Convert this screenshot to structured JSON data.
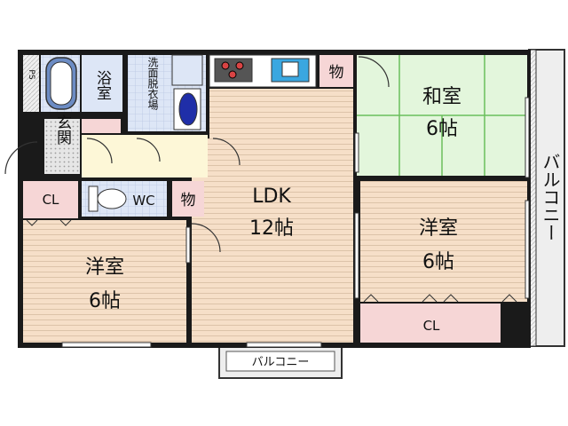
{
  "floorplan": {
    "rooms": {
      "ldk": {
        "name": "LDK",
        "size": "12帖"
      },
      "washitsu": {
        "name": "和室",
        "size": "6帖"
      },
      "yoshitsu_right": {
        "name": "洋室",
        "size": "6帖"
      },
      "yoshitsu_left": {
        "name": "洋室",
        "size": "6帖"
      },
      "bath": {
        "name": "浴室"
      },
      "washroom": {
        "name": "洗面脱衣場"
      },
      "entrance": {
        "name": "玄関"
      },
      "wc": {
        "name": "WC"
      },
      "storage_top": {
        "name": "物"
      },
      "storage_mid": {
        "name": "物"
      },
      "closet_left": {
        "name": "CL"
      },
      "closet_right": {
        "name": "CL"
      },
      "ps": {
        "name": "PS"
      },
      "balcony_right": {
        "name": "バルコニー"
      },
      "balcony_bottom": {
        "name": "バルコニー"
      }
    },
    "colors": {
      "wall": "#1a1a1a",
      "wood_floor": "#f6dfc8",
      "wood_line": "#dcc3a9",
      "tatami": "#e3f6dc",
      "tatami_line": "#6bbf5c",
      "closet": "#f6d6d6",
      "wet_area": "#dde6f6",
      "wet_grid": "#b9c6e2",
      "tile": "#d0d0d0",
      "hall": "#fdf7d7",
      "balcony": "#eeeeee"
    }
  }
}
